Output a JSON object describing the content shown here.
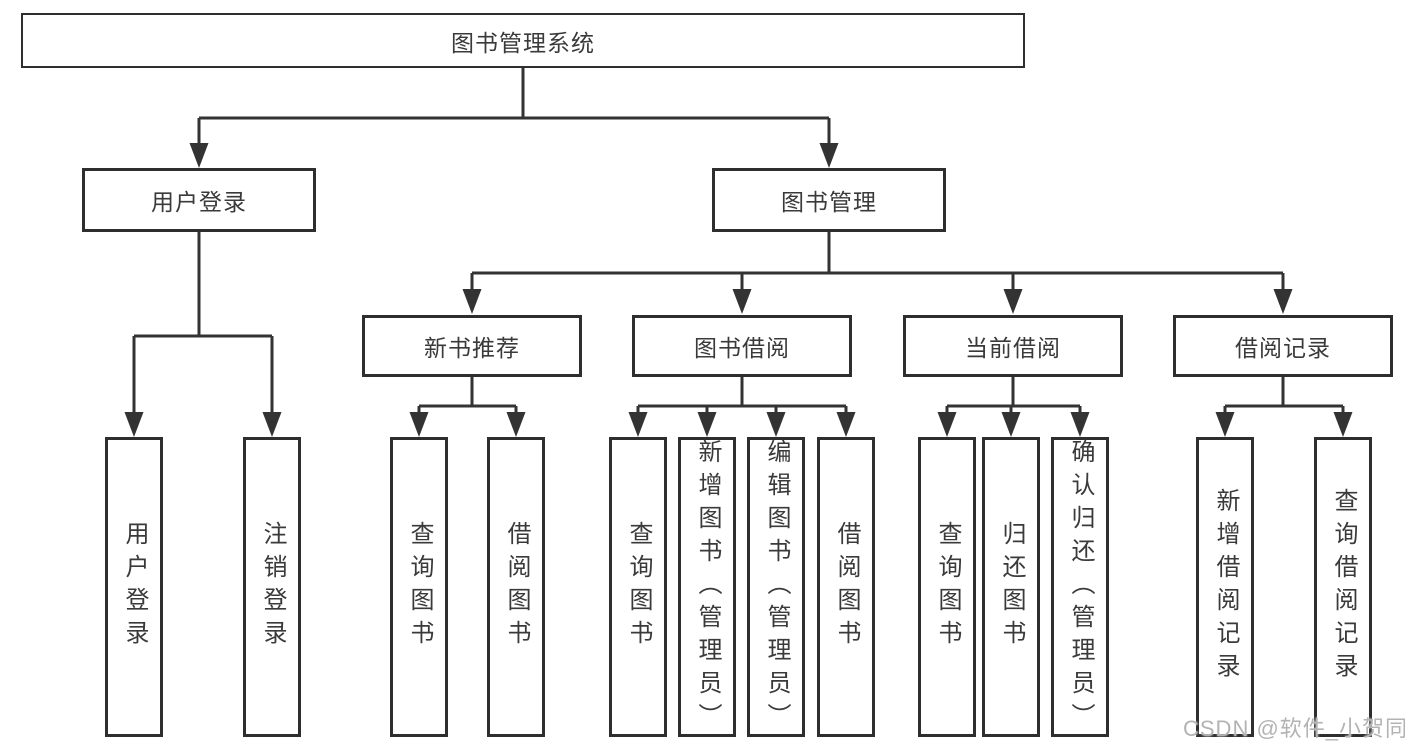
{
  "diagram_title": "图书管理系统",
  "nodes": {
    "root": "图书管理系统",
    "user_login": "用户登录",
    "book_management": "图书管理",
    "new_book_recommend": "新书推荐",
    "book_borrow": "图书借阅",
    "current_borrow": "当前借阅",
    "borrow_record": "借阅记录",
    "leaf_user_login": "用户登录",
    "leaf_logout": "注销登录",
    "leaf_nbr_query_book": "查询图书",
    "leaf_nbr_borrow_book": "借阅图书",
    "leaf_bb_query_book": "查询图书",
    "leaf_bb_add_book": "新增图书（管理员）",
    "leaf_bb_edit_book": "编辑图书（管理员）",
    "leaf_bb_borrow_book": "借阅图书",
    "leaf_cb_query_book": "查询图书",
    "leaf_cb_return_book": "归还图书",
    "leaf_cb_confirm_return": "确认归还（管理员）",
    "leaf_br_add_record": "新增借阅记录",
    "leaf_br_query_record": "查询借阅记录"
  },
  "watermark": "CSDN @软件_小贺同学",
  "colors": {
    "line": "#333333",
    "box_border": "#2e2e2e",
    "text": "#3a3a3a",
    "watermark": "#b3b3b3",
    "background": "#ffffff"
  }
}
